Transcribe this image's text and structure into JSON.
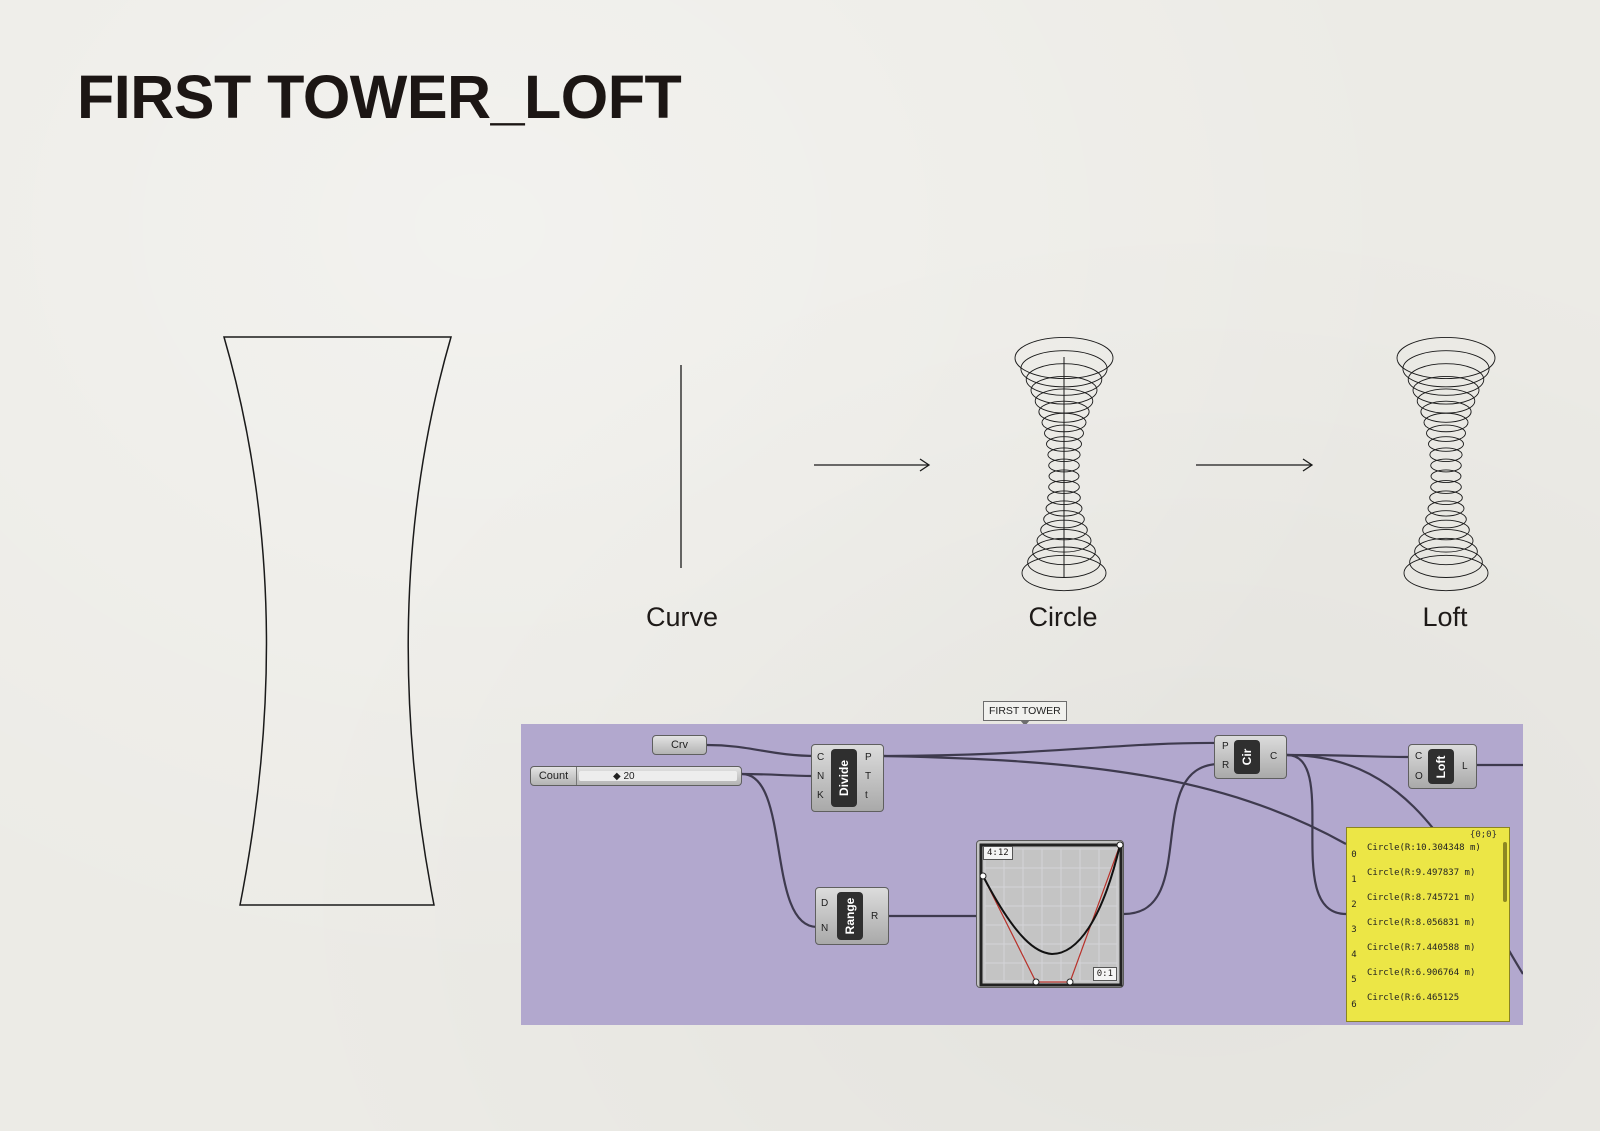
{
  "page": {
    "title": "FIRST TOWER_LOFT"
  },
  "stages": [
    {
      "label": "Curve"
    },
    {
      "label": "Circle"
    },
    {
      "label": "Loft"
    }
  ],
  "grasshopper": {
    "group_name": "FIRST TOWER",
    "crv_param": "Crv",
    "count_slider": {
      "label": "Count",
      "value": "◆ 20"
    },
    "divide": {
      "name": "Divide",
      "inputs": [
        "C",
        "N",
        "K"
      ],
      "outputs": [
        "P",
        "T",
        "t"
      ]
    },
    "range": {
      "name": "Range",
      "inputs": [
        "D",
        "N"
      ],
      "outputs": [
        "R"
      ]
    },
    "circle": {
      "name": "Cir",
      "inputs": [
        "P",
        "R"
      ],
      "outputs": [
        "C"
      ]
    },
    "loft": {
      "name": "Loft",
      "inputs": [
        "C",
        "O"
      ],
      "outputs": [
        "L"
      ]
    },
    "graph": {
      "top_tag": "4:12",
      "bottom_tag": "0:1"
    },
    "panel": {
      "path": "{0;0}",
      "rows": [
        {
          "index": "0",
          "text": "Circle(R:10.304348 m)"
        },
        {
          "index": "1",
          "text": "Circle(R:9.497837 m)"
        },
        {
          "index": "2",
          "text": "Circle(R:8.745721 m)"
        },
        {
          "index": "3",
          "text": "Circle(R:8.056831 m)"
        },
        {
          "index": "4",
          "text": "Circle(R:7.440588 m)"
        },
        {
          "index": "5",
          "text": "Circle(R:6.906764 m)"
        },
        {
          "index": "6",
          "text": "Circle(R:6.465125"
        }
      ]
    }
  },
  "colors": {
    "canvas": "#b2a8ce",
    "panel": "#ece646",
    "ink": "#1c1614"
  }
}
